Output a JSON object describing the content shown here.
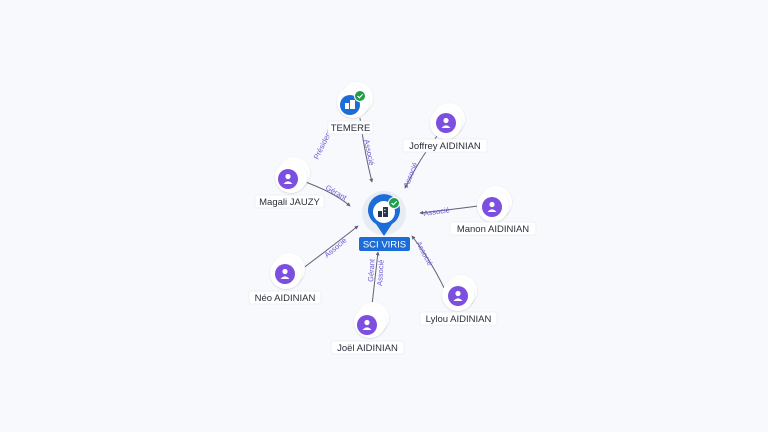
{
  "center": {
    "label": "SCI VIRIS",
    "icon": "building-icon",
    "verified": true,
    "color": "#1c6dd8"
  },
  "nodes": [
    {
      "id": "temere",
      "label": "TEMERE",
      "kind": "company",
      "verified": true,
      "relation": [
        "Président",
        "Associé"
      ]
    },
    {
      "id": "joffrey",
      "label": "Joffrey AIDINIAN",
      "kind": "person",
      "relation": [
        "Associé"
      ]
    },
    {
      "id": "magali",
      "label": "Magali JAUZY",
      "kind": "person",
      "relation": [
        "Gérant"
      ]
    },
    {
      "id": "manon",
      "label": "Manon AIDINIAN",
      "kind": "person",
      "relation": [
        "Associé"
      ]
    },
    {
      "id": "neo",
      "label": "Néo AIDINIAN",
      "kind": "person",
      "relation": [
        "Associé"
      ]
    },
    {
      "id": "lylou",
      "label": "Lylou AIDINIAN",
      "kind": "person",
      "relation": [
        "Associé"
      ]
    },
    {
      "id": "joel",
      "label": "Joël AIDINIAN",
      "kind": "person",
      "relation": [
        "Gérant",
        "Associé"
      ]
    }
  ],
  "colors": {
    "person": "#7c4fe0",
    "company": "#1c6dd8",
    "verified": "#1e9e4a",
    "edge_label": "#6b5bd6"
  }
}
